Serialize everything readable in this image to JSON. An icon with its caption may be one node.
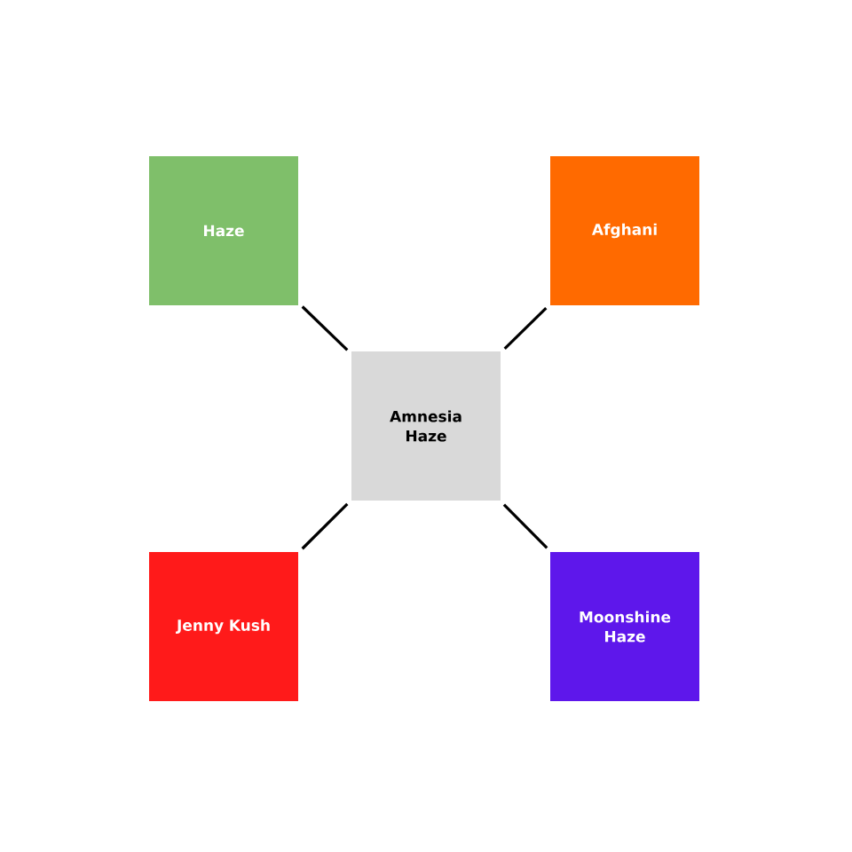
{
  "diagram": {
    "nodes": [
      {
        "text": [
          "Amnesia Haze"
        ]
      },
      {
        "text": [
          "Haze"
        ]
      },
      {
        "text": [
          "Afghani"
        ]
      },
      {
        "text": [
          "Jenny Kush"
        ]
      },
      {
        "text": [
          "Moonshine Haze"
        ]
      }
    ],
    "edges": [
      {
        "from": 0,
        "to": 1,
        "arrow": "none"
      },
      {
        "from": 0,
        "to": 2,
        "arrow": "none"
      },
      {
        "from": 0,
        "to": 3,
        "arrow": "none"
      },
      {
        "from": 0,
        "to": 4,
        "arrow": "none"
      }
    ]
  }
}
